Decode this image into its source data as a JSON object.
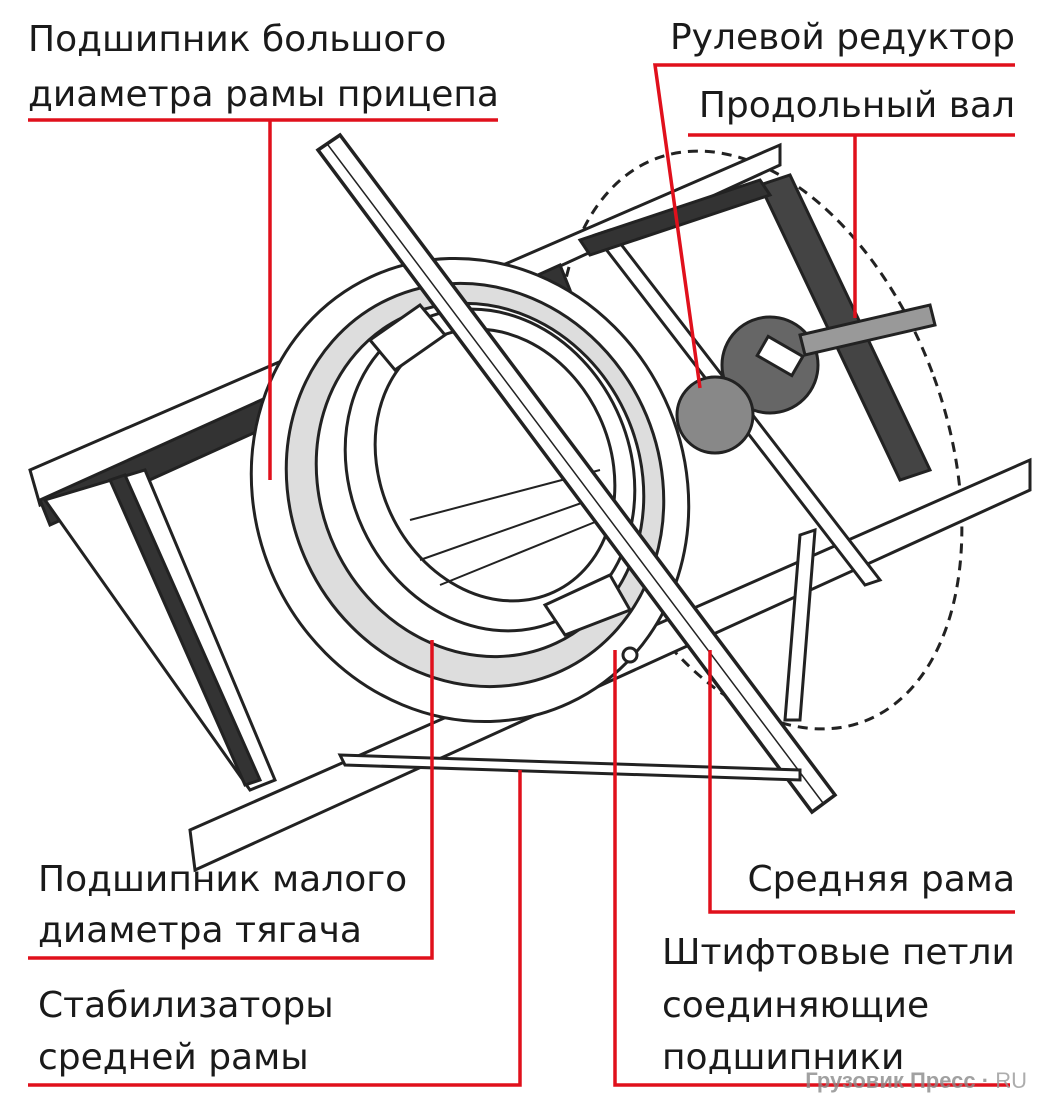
{
  "labels": {
    "large_bearing": [
      "Подшипник большого",
      "диаметра рамы прицепа"
    ],
    "steering_gear": "Рулевой редуктор",
    "longitudinal_shaft": "Продольный вал",
    "middle_frame": "Средняя  рама",
    "small_bearing": [
      "Подшипник малого",
      "диаметра тягача"
    ],
    "stabilizers": [
      "Стабилизаторы",
      "средней рамы"
    ],
    "pin_hinges": [
      "Штифтовые петли",
      "соединяющие",
      "подшипники"
    ]
  },
  "watermark": {
    "name": "Грузовик Пресс",
    "suffix": "RU"
  },
  "colors": {
    "leader": "#e0101c",
    "ink": "#1a1a1a"
  }
}
